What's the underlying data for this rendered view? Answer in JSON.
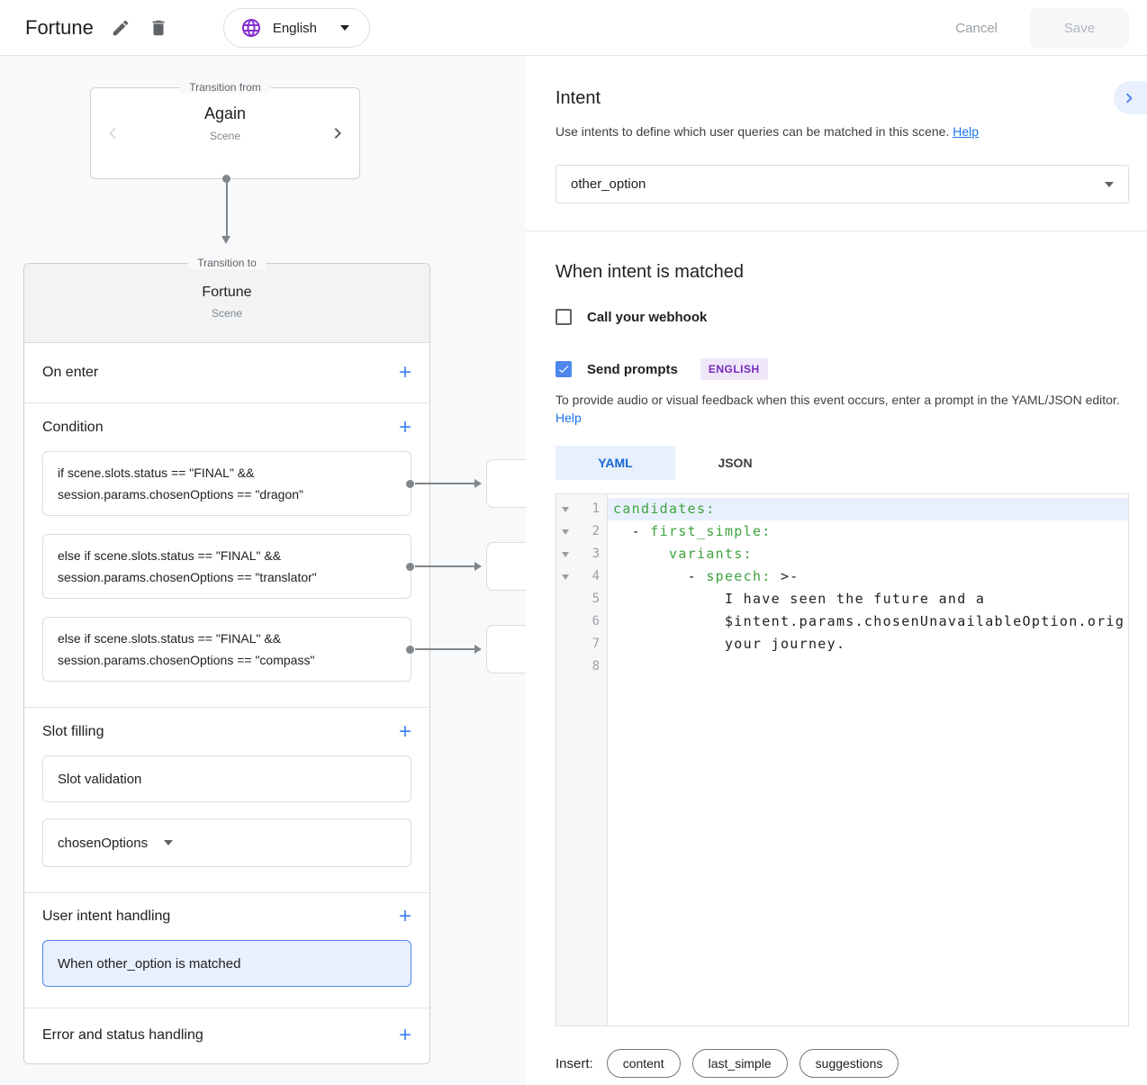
{
  "header": {
    "title": "Fortune",
    "language_label": "English",
    "cancel_label": "Cancel",
    "save_label": "Save"
  },
  "canvas": {
    "transition_from": {
      "legend": "Transition from",
      "name": "Again",
      "subtitle": "Scene"
    },
    "transition_to": {
      "legend": "Transition to",
      "name": "Fortune",
      "subtitle": "Scene"
    },
    "on_enter_label": "On enter",
    "condition_label": "Condition",
    "conditions": [
      {
        "line1": "if scene.slots.status == \"FINAL\" &&",
        "line2": "session.params.chosenOptions == \"dragon\""
      },
      {
        "line1": "else if scene.slots.status == \"FINAL\" &&",
        "line2": "session.params.chosenOptions == \"translator\""
      },
      {
        "line1": "else if scene.slots.status == \"FINAL\" &&",
        "line2": "session.params.chosenOptions == \"compass\""
      }
    ],
    "slot_filling_label": "Slot filling",
    "slot_validation_label": "Slot validation",
    "slot_parameter": "chosenOptions",
    "user_intent_label": "User intent handling",
    "intent_handler_label": "When other_option is matched",
    "error_label": "Error and status handling"
  },
  "panel": {
    "title": "Intent",
    "description": "Use intents to define which user queries can be matched in this scene.",
    "description_help": "Help",
    "intent_value": "other_option",
    "matched_title": "When intent is matched",
    "webhook_label": "Call your webhook",
    "send_prompts_label": "Send prompts",
    "language_badge": "ENGLISH",
    "editor_hint": "To provide audio or visual feedback when this event occurs, enter a prompt in the YAML/JSON editor.",
    "hint_help": "Help",
    "tabs": [
      {
        "label": "YAML",
        "active": true
      },
      {
        "label": "JSON",
        "active": false
      }
    ],
    "editor_lines": [
      {
        "num": 1,
        "fold": true,
        "highlight": true,
        "segments": [
          [
            "key",
            "candidates:"
          ]
        ]
      },
      {
        "num": 2,
        "fold": true,
        "highlight": false,
        "segments": [
          [
            "plain",
            "  - "
          ],
          [
            "key",
            "first_simple:"
          ]
        ]
      },
      {
        "num": 3,
        "fold": true,
        "highlight": false,
        "segments": [
          [
            "plain",
            "      "
          ],
          [
            "key",
            "variants:"
          ]
        ]
      },
      {
        "num": 4,
        "fold": true,
        "highlight": false,
        "segments": [
          [
            "plain",
            "        - "
          ],
          [
            "key",
            "speech:"
          ],
          [
            "plain",
            " >-"
          ]
        ]
      },
      {
        "num": 5,
        "fold": false,
        "highlight": false,
        "segments": [
          [
            "plain",
            "            I have seen the future and a"
          ]
        ]
      },
      {
        "num": 6,
        "fold": false,
        "highlight": false,
        "segments": [
          [
            "plain",
            "            $intent.params.chosenUnavailableOption.orig"
          ]
        ]
      },
      {
        "num": 7,
        "fold": false,
        "highlight": false,
        "segments": [
          [
            "plain",
            "            your journey."
          ]
        ]
      },
      {
        "num": 8,
        "fold": false,
        "highlight": false,
        "segments": []
      }
    ],
    "insert_label": "Insert:",
    "insert_chips": [
      "content",
      "last_simple",
      "suggestions"
    ]
  },
  "colors": {
    "accent_blue": "#4285f4",
    "link_blue": "#1a73e8",
    "selected_bg": "#e8f0fe",
    "code_key_green": "#3fa33f",
    "badge_purple": "#7627bb",
    "globe_purple": "#8430ce"
  }
}
